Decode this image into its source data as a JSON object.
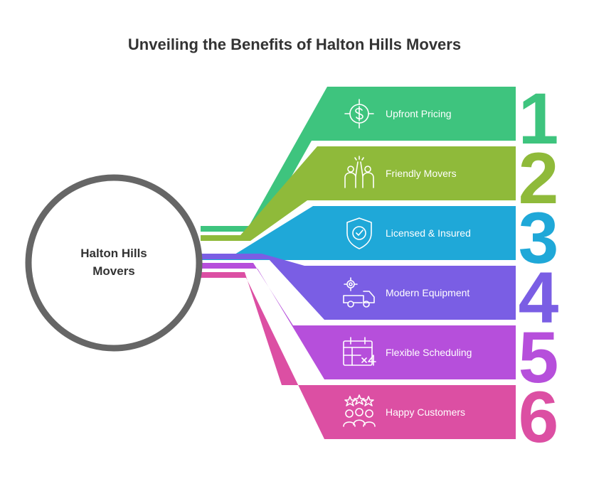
{
  "title": "Unveiling the Benefits of Halton Hills Movers",
  "center": {
    "lines": [
      "Halton Hills",
      "Movers"
    ]
  },
  "items": [
    {
      "number": "1",
      "label": "Upfront Pricing",
      "icon": "dollar-target-icon",
      "color": "#3ec47e"
    },
    {
      "number": "2",
      "label": "Friendly Movers",
      "icon": "high-five-icon",
      "color": "#8fba3a"
    },
    {
      "number": "3",
      "label": "Licensed & Insured",
      "icon": "shield-check-icon",
      "color": "#1fa8d8"
    },
    {
      "number": "4",
      "label": "Modern Equipment",
      "icon": "truck-gear-icon",
      "color": "#7a5ee4"
    },
    {
      "number": "5",
      "label": "Flexible Scheduling",
      "icon": "calendar-icon",
      "color": "#b64fdb"
    },
    {
      "number": "6",
      "label": "Happy Customers",
      "icon": "happy-customers-icon",
      "color": "#dc4fa3"
    }
  ],
  "colors": {
    "ring": "#666666",
    "text": "#333333"
  }
}
